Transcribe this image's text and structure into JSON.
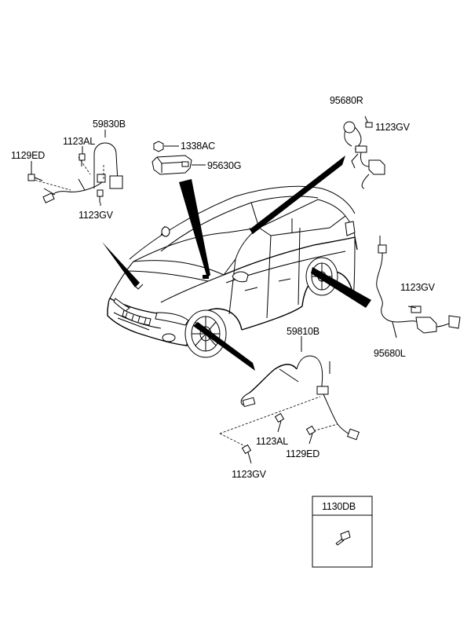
{
  "parts": {
    "sensor_rear_right": "95680R",
    "bolt_rear_right": "1123GV",
    "bracket_front_left": "59830B",
    "bolt_fl_top": "1123AL",
    "bolt_fl_left": "1129ED",
    "bolt_fl_bottom": "1123GV",
    "nut_module": "1338AC",
    "module": "95630G",
    "bracket_front_right": "59810B",
    "bolt_fr_1": "1123AL",
    "bolt_fr_2": "1129ED",
    "bolt_fr_3": "1123GV",
    "bolt_rear_left": "1123GV",
    "sensor_rear_left": "95680L"
  },
  "legend_box": {
    "title": "1130DB"
  }
}
